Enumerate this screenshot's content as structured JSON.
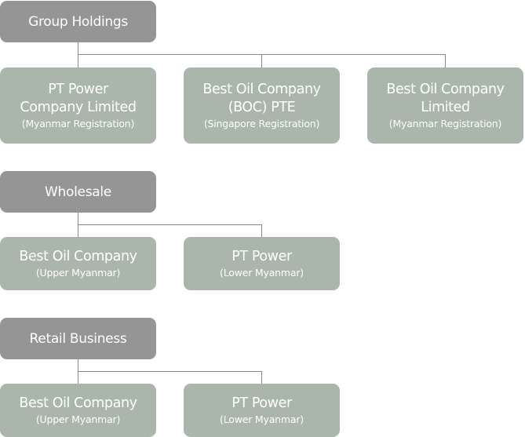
{
  "sections": [
    {
      "title": "Group Holdings",
      "children": [
        {
          "name": "PT Power Company Limited",
          "line1": "PT Power",
          "line2": "Company Limited",
          "note": "(Myanmar Registration)"
        },
        {
          "name": "Best Oil Company (BOC) PTE",
          "line1": "Best Oil Company",
          "line2": "(BOC) PTE",
          "note": "(Singapore Registration)"
        },
        {
          "name": "Best Oil Company Limited",
          "line1": "Best Oil Company",
          "line2": "Limited",
          "note": "(Myanmar Registration)"
        }
      ]
    },
    {
      "title": "Wholesale",
      "children": [
        {
          "line1": "Best Oil Company",
          "note": "(Upper Myanmar)"
        },
        {
          "line1": "PT Power",
          "note": "(Lower Myanmar)"
        }
      ]
    },
    {
      "title": "Retail Business",
      "children": [
        {
          "line1": "Best Oil Company",
          "note": "(Upper Myanmar)"
        },
        {
          "line1": "PT Power",
          "note": "(Lower Myanmar)"
        }
      ]
    }
  ],
  "colors": {
    "parent_box": "#959595",
    "child_box": "#aab5ab",
    "connector": "#8a8a8a",
    "text": "#ffffff"
  }
}
